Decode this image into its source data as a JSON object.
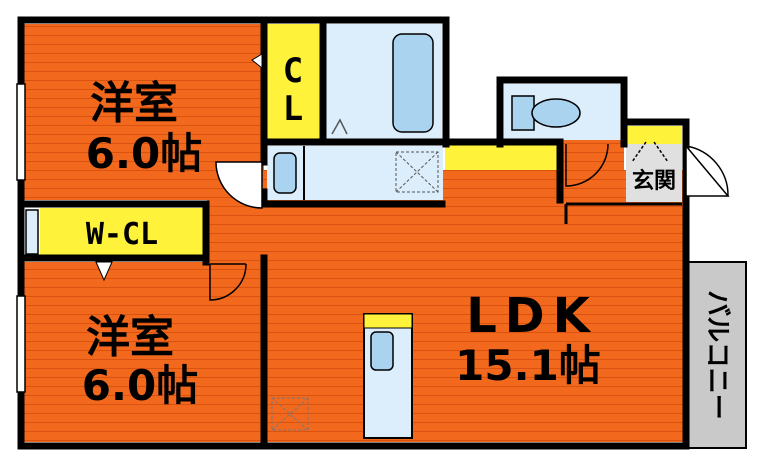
{
  "colors": {
    "room": "#f2691d",
    "room_line": "#d9520f",
    "closet": "#fff23a",
    "wet_area": "#dcedfb",
    "fixture": "#a9d3ef",
    "wall": "#000000",
    "balcony": "#c9c9c9",
    "entrance": "#e0e0e0"
  },
  "rooms": {
    "bedroom_top": {
      "name": "洋室",
      "size": "6.0帖"
    },
    "bedroom_bottom": {
      "name": "洋室",
      "size": "6.0帖"
    },
    "ldk": {
      "name": "LDK",
      "size": "15.1帖"
    }
  },
  "closets": {
    "cl": {
      "line1": "C",
      "line2": "L"
    },
    "wcl": {
      "label": "W-CL"
    }
  },
  "entrance": {
    "label": "玄関"
  },
  "balcony": {
    "label": "バルコニー"
  }
}
